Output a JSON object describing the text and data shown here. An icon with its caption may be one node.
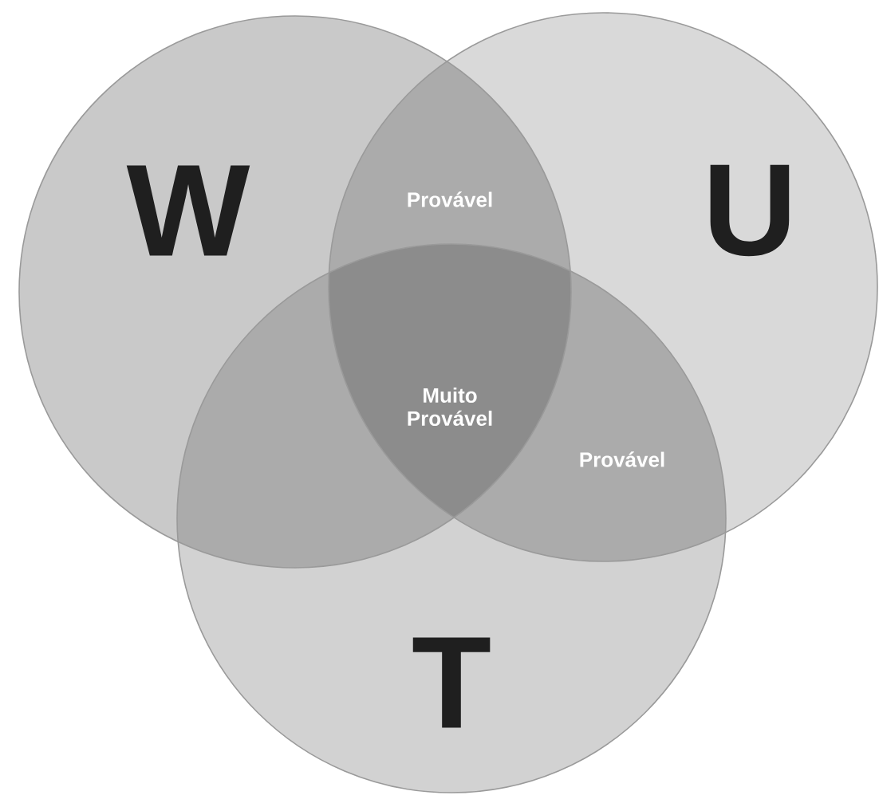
{
  "diagram": {
    "nodes": [
      {
        "text": [
          "W"
        ]
      },
      {
        "text": [
          "U"
        ]
      },
      {
        "text": [
          "T"
        ]
      }
    ],
    "labels": [
      "Provável",
      "Muito Provável",
      "Provável"
    ]
  }
}
